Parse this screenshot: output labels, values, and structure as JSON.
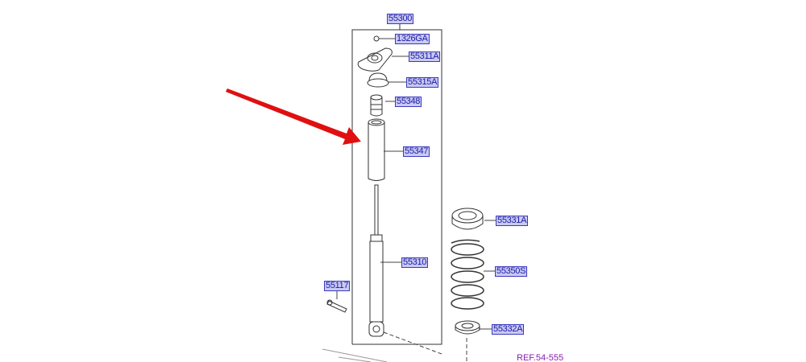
{
  "labels": {
    "assembly": "55300",
    "nut": "1326GA",
    "mount": "55311A",
    "cap": "55315A",
    "bumper": "55348",
    "dust_cover": "55347",
    "shock_absorber": "55310",
    "bolt": "55117",
    "upper_spring_pad": "55331A",
    "coil_spring": "55350S",
    "lower_spring_pad": "55332A"
  },
  "reference": "REF.54-555",
  "colors": {
    "label_text": "#1a1aa8",
    "label_bg": "#c9c9f2",
    "arrow": "#e01010",
    "ref_text": "#8a1ab0"
  }
}
